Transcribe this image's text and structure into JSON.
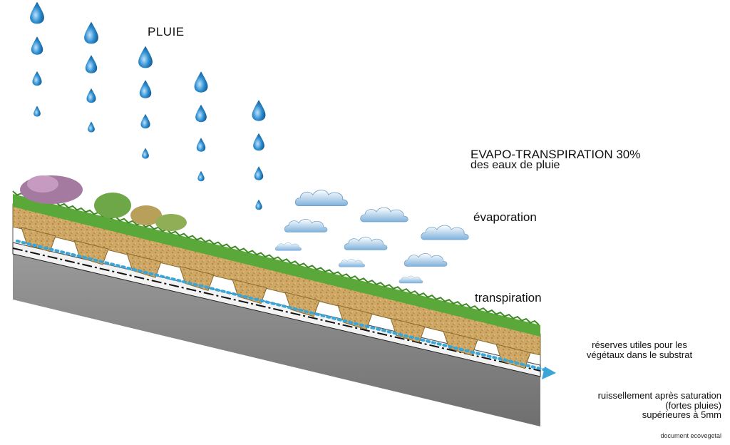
{
  "labels": {
    "rain": "PLUIE",
    "evapo_title": "EVAPO-TRANSPIRATION 30%",
    "evapo_sub": "des eaux de pluie",
    "evaporation": "évaporation",
    "transpiration": "transpiration",
    "reserves_line1": "réserves utiles pour les",
    "reserves_line2": "végétaux dans le substrat",
    "runoff_line1": "ruissellement après saturation",
    "runoff_line2": "(fortes pluies)",
    "runoff_line3": "supérieures à 5mm",
    "credit": "document ecovegetal"
  },
  "colors": {
    "raindrop": "#1f7fc0",
    "cloud": "#9ec6e8",
    "soil": "#c9a25a",
    "vegetation": "#5aa83a",
    "concrete": "#8a8a8a",
    "drain_arrow": "#3aa6d8"
  },
  "icons": [
    "raindrop-icon",
    "cloud-icon",
    "runoff-arrow-icon"
  ]
}
